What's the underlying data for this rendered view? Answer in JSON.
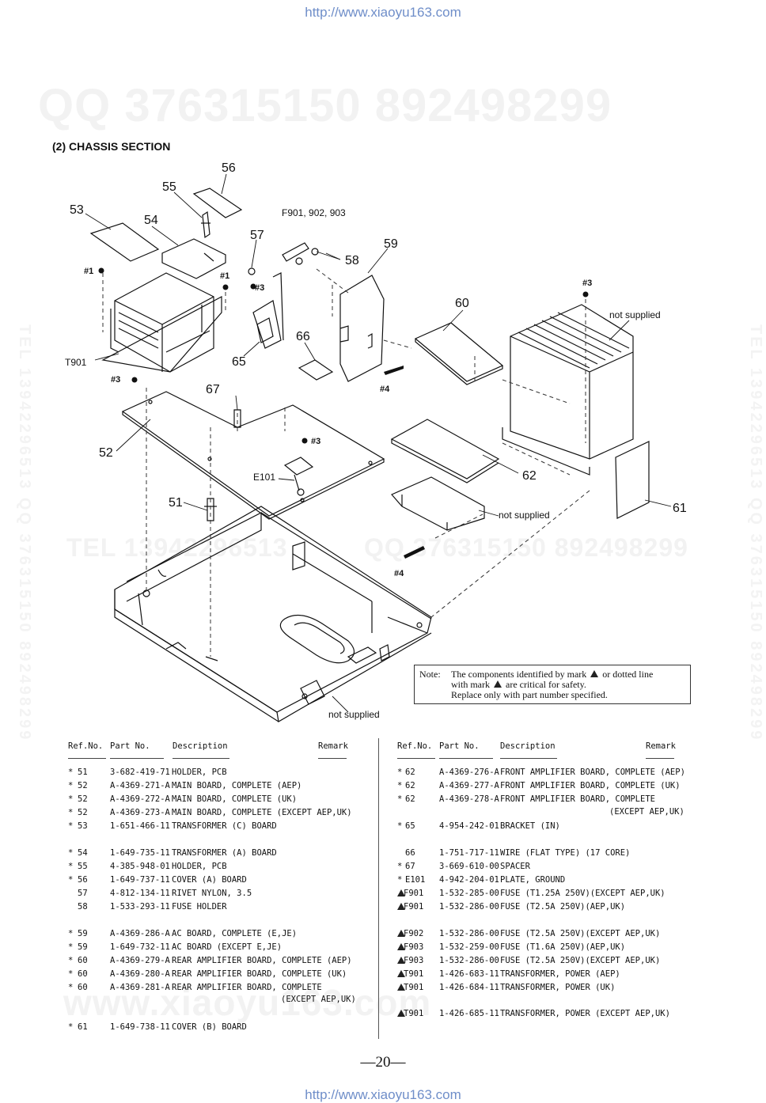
{
  "header_url": "http://www.xiaoyu163.com",
  "footer_url": "http://www.xiaoyu163.com",
  "watermarks": {
    "top": "QQ 376315150   892498299",
    "middle_left": "TEL 13942296513",
    "middle_right": "QQ 376315150  892498299",
    "bottom": "www.xiaoyu163.com",
    "side_left": "TEL 13942296513  QQ 376315150  892498299",
    "side_right": "TEL 13942296513  QQ 376315150  892498299"
  },
  "section_title": "(2)  CHASSIS  SECTION",
  "callouts": {
    "c51": "51",
    "c52": "52",
    "c53": "53",
    "c54": "54",
    "c55": "55",
    "c56": "56",
    "c57": "57",
    "c58": "58",
    "c59": "59",
    "c60": "60",
    "c61": "61",
    "c62": "62",
    "c65": "65",
    "c66": "66",
    "c67": "67",
    "fuses": "F901, 902, 903",
    "t901": "T901",
    "e101": "E101",
    "s1a": "#1",
    "s1b": "#1",
    "s3a": "#3",
    "s3b": "#3",
    "s3c": "#3",
    "s3d": "#3",
    "s4a": "#4",
    "s4b": "#4",
    "ns_heatsink": "not supplied",
    "ns_bracket": "not supplied",
    "ns_chassis": "not supplied"
  },
  "note": {
    "label": "Note:",
    "line1a": "The components identified by mark",
    "line1b": "or dotted line",
    "line2a": "with mark",
    "line2b": "are critical for safety.",
    "line3": "Replace only with part number specified."
  },
  "table_headers": {
    "ref": "Ref.No.",
    "part": "Part No.",
    "desc": "Description",
    "remark": "Remark"
  },
  "left_rows": [
    {
      "mark": "*",
      "ref": "51",
      "part": "3-682-419-71",
      "desc": "HOLDER, PCB"
    },
    {
      "mark": "*",
      "ref": "52",
      "part": "A-4369-271-A",
      "desc": "MAIN BOARD, COMPLETE (AEP)"
    },
    {
      "mark": "*",
      "ref": "52",
      "part": "A-4369-272-A",
      "desc": "MAIN BOARD, COMPLETE (UK)"
    },
    {
      "mark": "*",
      "ref": "52",
      "part": "A-4369-273-A",
      "desc": "MAIN BOARD, COMPLETE (EXCEPT AEP,UK)"
    },
    {
      "mark": "*",
      "ref": "53",
      "part": "1-651-466-11",
      "desc": "TRANSFORMER (C) BOARD"
    },
    {
      "mark": "*",
      "ref": "54",
      "part": "1-649-735-11",
      "desc": "TRANSFORMER (A) BOARD"
    },
    {
      "mark": "*",
      "ref": "55",
      "part": "4-385-948-01",
      "desc": "HOLDER, PCB"
    },
    {
      "mark": "*",
      "ref": "56",
      "part": "1-649-737-11",
      "desc": "COVER (A) BOARD"
    },
    {
      "mark": "",
      "ref": "57",
      "part": "4-812-134-11",
      "desc": "RIVET NYLON, 3.5"
    },
    {
      "mark": "",
      "ref": "58",
      "part": "1-533-293-11",
      "desc": "FUSE HOLDER"
    },
    {
      "mark": "*",
      "ref": "59",
      "part": "A-4369-286-A",
      "desc": "AC BOARD, COMPLETE (E,JE)"
    },
    {
      "mark": "*",
      "ref": "59",
      "part": "1-649-732-11",
      "desc": "AC BOARD (EXCEPT E,JE)"
    },
    {
      "mark": "*",
      "ref": "60",
      "part": "A-4369-279-A",
      "desc": "REAR AMPLIFIER BOARD, COMPLETE (AEP)"
    },
    {
      "mark": "*",
      "ref": "60",
      "part": "A-4369-280-A",
      "desc": "REAR AMPLIFIER BOARD, COMPLETE (UK)"
    },
    {
      "mark": "*",
      "ref": "60",
      "part": "A-4369-281-A",
      "desc": "REAR AMPLIFIER BOARD, COMPLETE"
    },
    {
      "mark": "",
      "ref": "",
      "part": "",
      "desc": "(EXCEPT AEP,UK)"
    },
    {
      "mark": "*",
      "ref": "61",
      "part": "1-649-738-11",
      "desc": "COVER (B) BOARD"
    }
  ],
  "right_rows": [
    {
      "mark": "*",
      "ref": "62",
      "part": "A-4369-276-A",
      "desc": "FRONT AMPLIFIER BOARD, COMPLETE (AEP)"
    },
    {
      "mark": "*",
      "ref": "62",
      "part": "A-4369-277-A",
      "desc": "FRONT AMPLIFIER BOARD, COMPLETE (UK)"
    },
    {
      "mark": "*",
      "ref": "62",
      "part": "A-4369-278-A",
      "desc": "FRONT AMPLIFIER BOARD, COMPLETE"
    },
    {
      "mark": "",
      "ref": "",
      "part": "",
      "desc": "(EXCEPT AEP,UK)"
    },
    {
      "mark": "*",
      "ref": "65",
      "part": "4-954-242-01",
      "desc": "BRACKET (IN)"
    },
    {
      "mark": "",
      "ref": "66",
      "part": "1-751-717-11",
      "desc": "WIRE (FLAT TYPE) (17 CORE)"
    },
    {
      "mark": "*",
      "ref": "67",
      "part": "3-669-610-00",
      "desc": "SPACER"
    },
    {
      "mark": "*",
      "ref": "E101",
      "part": "4-942-204-01",
      "desc": "PLATE, GROUND"
    },
    {
      "mark": "warn",
      "ref": "F901",
      "part": "1-532-285-00",
      "desc": "FUSE (T1.25A 250V)(EXCEPT AEP,UK)"
    },
    {
      "mark": "warn",
      "ref": "F901",
      "part": "1-532-286-00",
      "desc": "FUSE (T2.5A 250V)(AEP,UK)"
    },
    {
      "mark": "warn",
      "ref": "F902",
      "part": "1-532-286-00",
      "desc": "FUSE (T2.5A 250V)(EXCEPT AEP,UK)"
    },
    {
      "mark": "warn",
      "ref": "F903",
      "part": "1-532-259-00",
      "desc": "FUSE (T1.6A 250V)(AEP,UK)"
    },
    {
      "mark": "warn",
      "ref": "F903",
      "part": "1-532-286-00",
      "desc": "FUSE (T2.5A 250V)(EXCEPT AEP,UK)"
    },
    {
      "mark": "warn",
      "ref": "T901",
      "part": "1-426-683-11",
      "desc": "TRANSFORMER, POWER (AEP)"
    },
    {
      "mark": "warn",
      "ref": "T901",
      "part": "1-426-684-11",
      "desc": "TRANSFORMER, POWER (UK)"
    },
    {
      "mark": "warn",
      "ref": "T901",
      "part": "1-426-685-11",
      "desc": "TRANSFORMER, POWER (EXCEPT AEP,UK)"
    }
  ],
  "page_number": "—20—"
}
